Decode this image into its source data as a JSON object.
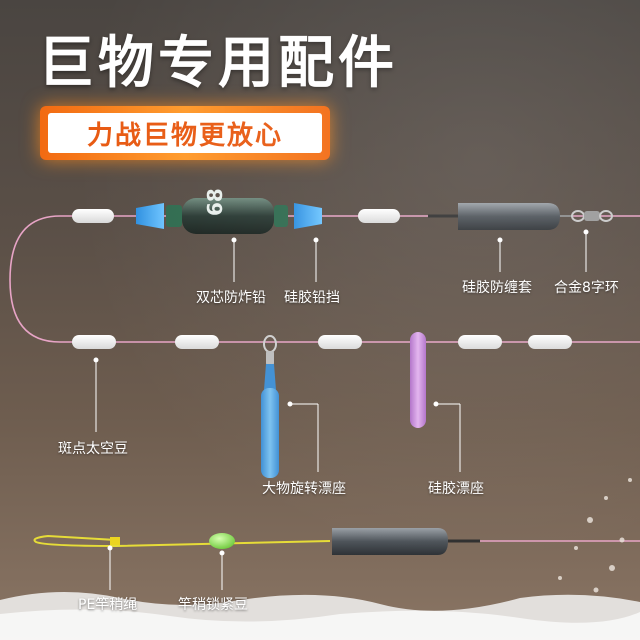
{
  "header": {
    "title": "巨物专用配件",
    "subtitle": "力战巨物更放心"
  },
  "labels": {
    "sinker": "双芯防炸铅",
    "stopper": "硅胶铅挡",
    "sleeve": "硅胶防缠套",
    "swivel": "合金8字环",
    "space_bean": "斑点太空豆",
    "rotary_seat": "大物旋转漂座",
    "silicone_seat": "硅胶漂座",
    "pe_line": "PE竿稍绳",
    "lock_bean": "竿稍锁紧豆"
  },
  "sinker_mark": "68",
  "colors": {
    "main_line": "#e7a4c6",
    "pe_line": "#e6dc38",
    "banner": "#f26a12",
    "stopper": "#2e8fe0",
    "rotary_seat": "#5aa8e0",
    "silicone_seat": "#c98ad8",
    "lock_bean": "#8fe060",
    "sinker": "#2a3a34"
  }
}
